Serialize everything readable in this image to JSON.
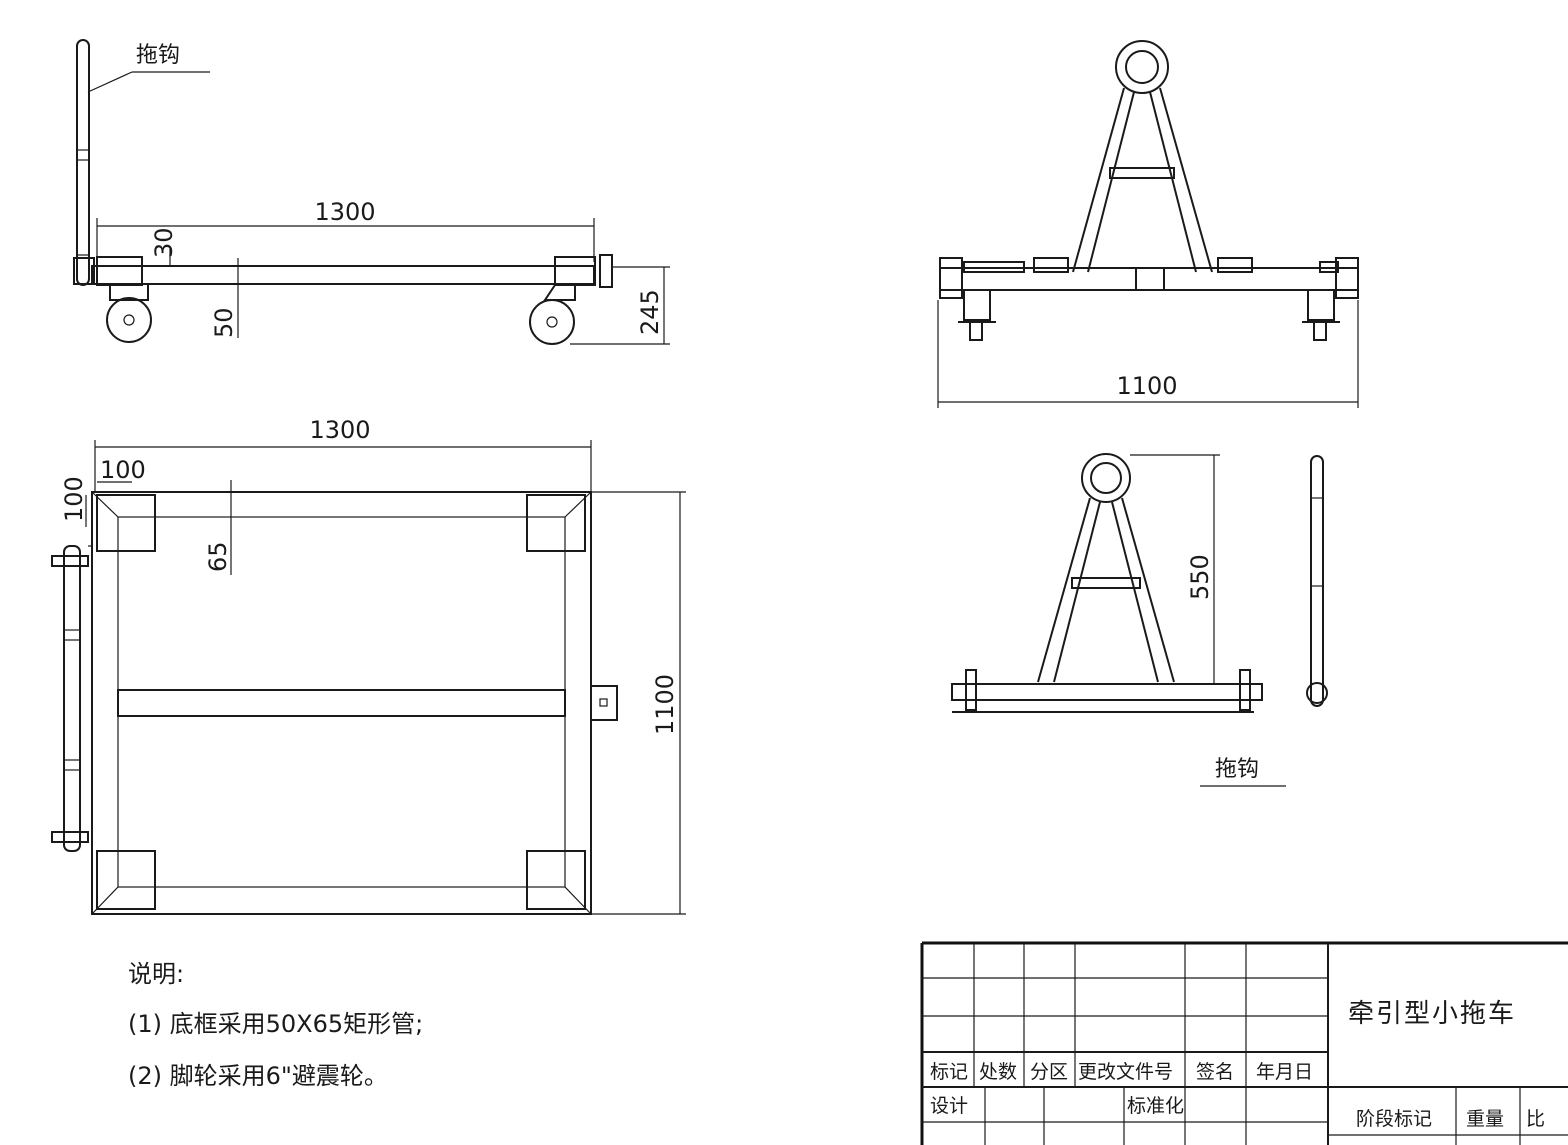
{
  "labels": {
    "hook_top": "拖钩",
    "hook_bottom": "拖钩"
  },
  "dimensions": {
    "side_length": "1300",
    "side_small": "30",
    "side_tube": "50",
    "side_height": "245",
    "plan_length": "1300",
    "plan_corner_w": "100",
    "plan_corner_h": "100",
    "plan_tube": "65",
    "plan_width": "1100",
    "end_width": "1100",
    "hook_height": "550"
  },
  "notes": {
    "heading": "说明:",
    "item1": "(1) 底框采用50X65矩形管;",
    "item2": "(2) 脚轮采用6\"避震轮。"
  },
  "title_block": {
    "title": "牵引型小拖车",
    "headers": [
      "标记",
      "处数",
      "分区",
      "更改文件号",
      "签名",
      "年月日"
    ],
    "design": "设计",
    "standardization": "标准化",
    "stage_mark": "阶段标记",
    "weight": "重量",
    "ratio_partial": "比"
  }
}
